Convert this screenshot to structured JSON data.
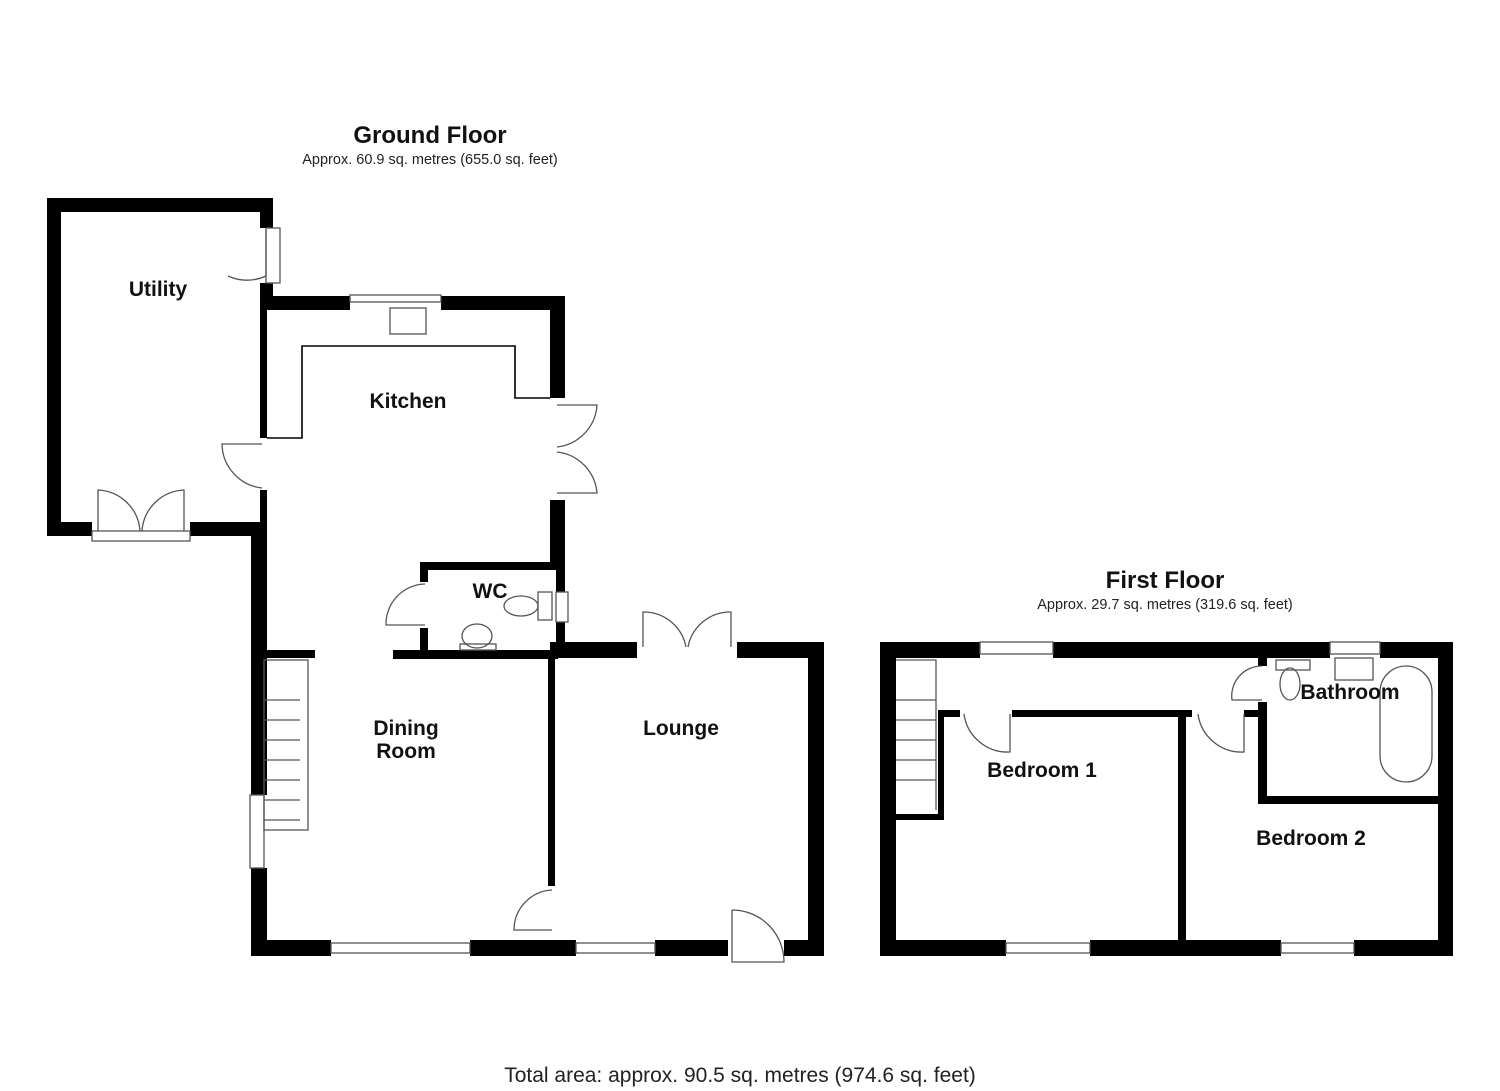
{
  "ground_floor": {
    "title": "Ground Floor",
    "area": "Approx. 60.9 sq. metres (655.0 sq. feet)",
    "rooms": {
      "utility": "Utility",
      "kitchen": "Kitchen",
      "wc": "WC",
      "dining_line1": "Dining",
      "dining_line2": "Room",
      "lounge": "Lounge"
    }
  },
  "first_floor": {
    "title": "First Floor",
    "area": "Approx. 29.7 sq. metres (319.6 sq. feet)",
    "rooms": {
      "bathroom": "Bathroom",
      "bedroom1": "Bedroom 1",
      "bedroom2": "Bedroom 2"
    }
  },
  "total_area": "Total area: approx. 90.5 sq. metres (974.6 sq. feet)",
  "colors": {
    "wall": "#000000",
    "fixture": "#444444",
    "background": "#ffffff"
  }
}
